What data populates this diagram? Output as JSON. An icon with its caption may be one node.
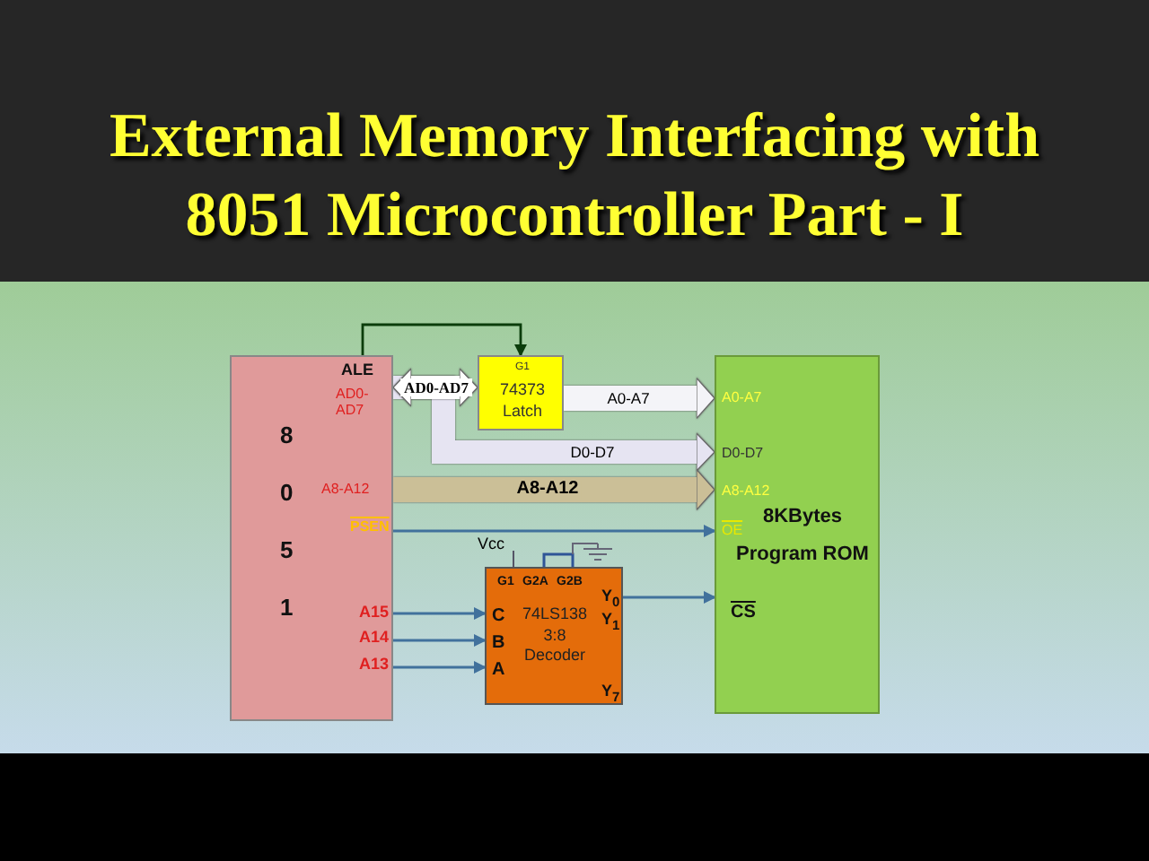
{
  "diagram": {
    "title": "External Memory Interfacing with 8051 Microcontroller Part - I",
    "nodes": [
      {
        "text": [
          "8051",
          "ALE",
          "AD0-AD7",
          "A8-A12",
          "PSEN",
          "A15",
          "A14",
          "A13"
        ]
      },
      {
        "text": [
          "G1",
          "74373 Latch"
        ]
      },
      {
        "text": [
          "A0-A7",
          "D0-D7",
          "A8-A12",
          "OE",
          "8KBytes Program ROM",
          "CS"
        ]
      },
      {
        "text": [
          "G1",
          "G2A",
          "G2B",
          "C",
          "B",
          "A",
          "74LS138 3:8 Decoder",
          "Y$_{0}$",
          "Y$_{1}$",
          "Y$_{7}$"
        ]
      }
    ],
    "edges": [
      {
        "from": 0,
        "to": 1,
        "arrow": "to",
        "color": "#0b3d0b"
      },
      {
        "from": 0,
        "to": 1,
        "arrow": "both",
        "label": "AD0-AD7",
        "style": "thick",
        "color": "#ffffff"
      },
      {
        "from": 1,
        "to": 2,
        "arrow": "to",
        "label": "A0-A7",
        "style": "thick",
        "color": "#f4f4f8"
      },
      {
        "from": 0,
        "to": 2,
        "arrow": "to",
        "label": "D0-D7",
        "style": "thick",
        "color": "#e6e4f2"
      },
      {
        "from": 0,
        "to": 2,
        "arrow": "to",
        "label": "A8-A12",
        "style": "thick",
        "color": "#cbbf97"
      },
      {
        "from": 0,
        "to": 2,
        "arrow": "to"
      },
      {
        "from": 0,
        "to": 3,
        "arrow": "to"
      },
      {
        "from": 0,
        "to": 3,
        "arrow": "to"
      },
      {
        "from": 0,
        "to": 3,
        "arrow": "to"
      },
      {
        "from": 3,
        "to": 2,
        "arrow": "to"
      }
    ],
    "labels": [
      "Vcc"
    ]
  }
}
